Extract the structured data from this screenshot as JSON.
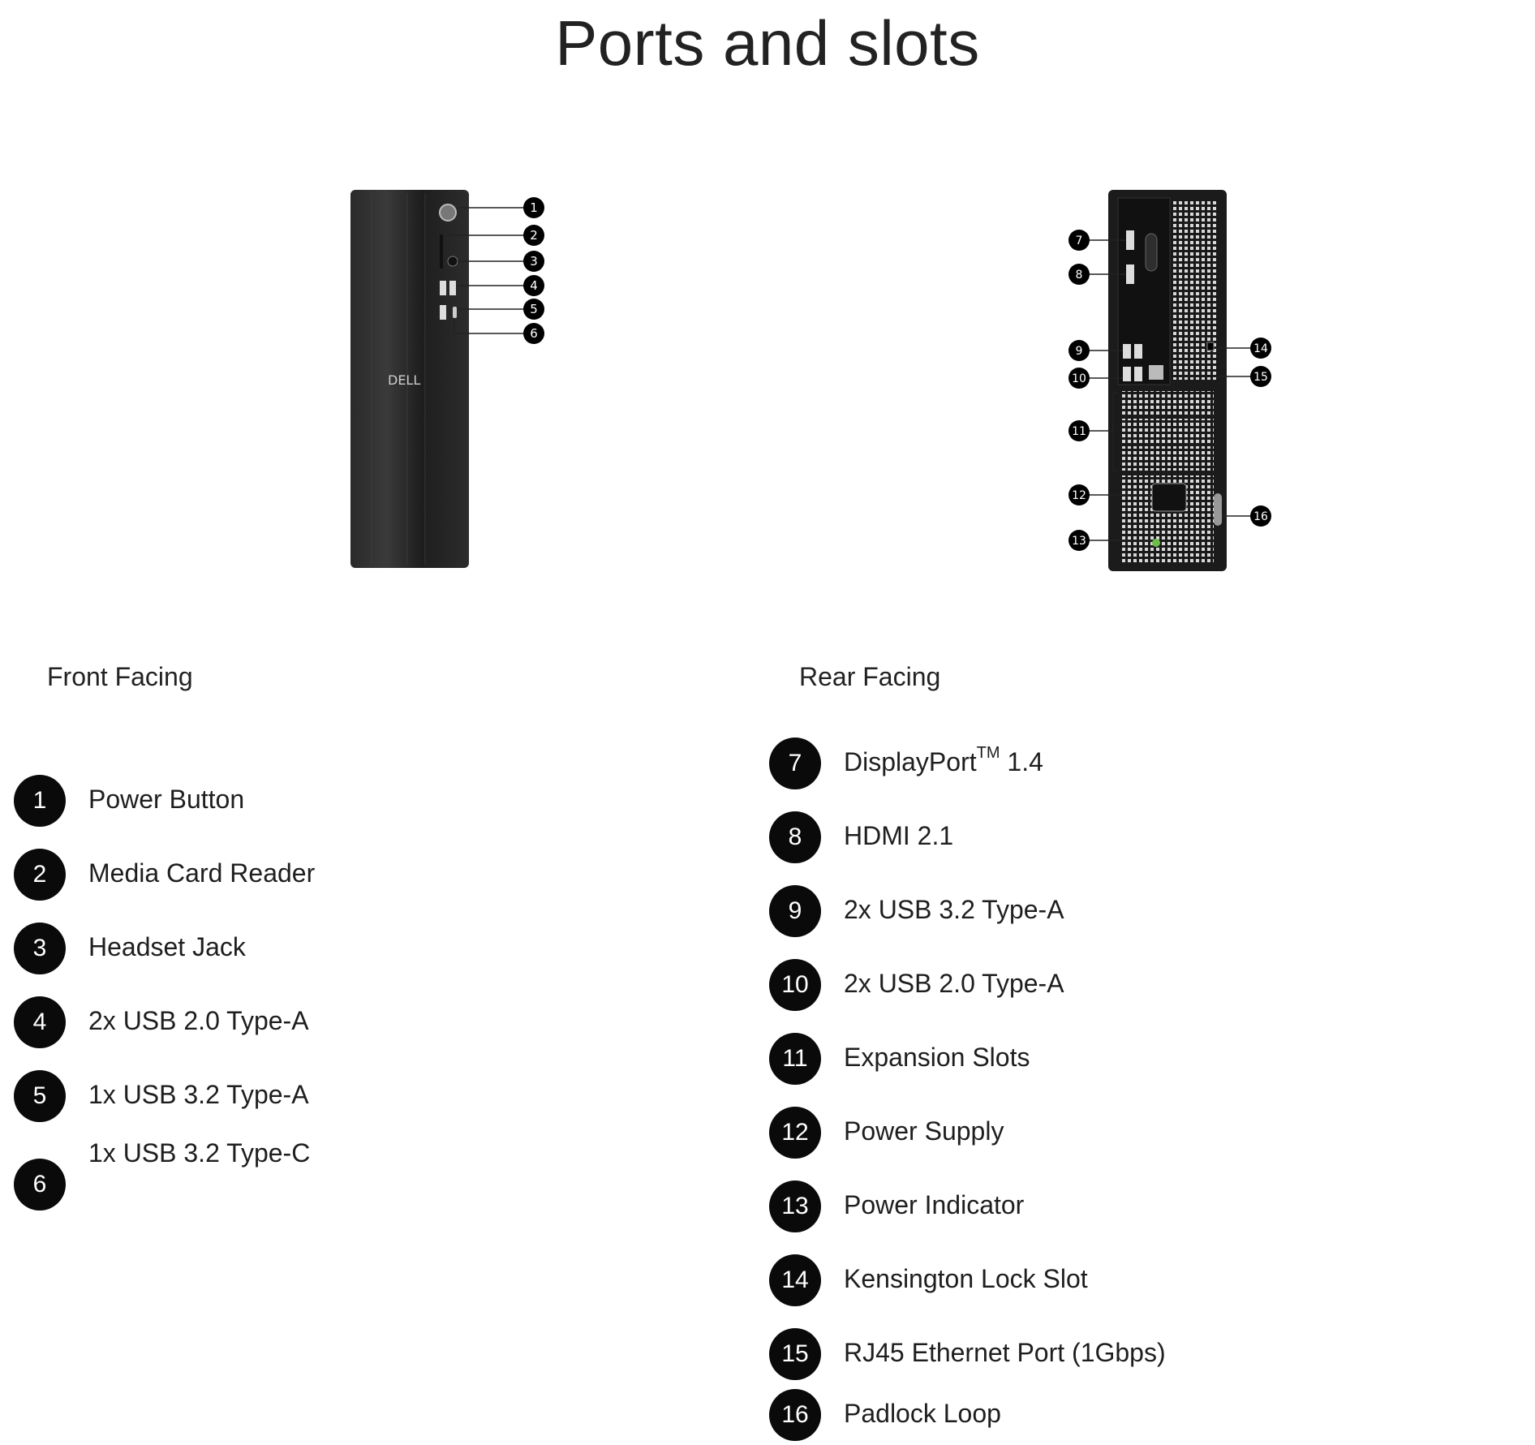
{
  "title": "Ports and slots",
  "front": {
    "heading": "Front Facing",
    "logo_text": "DELL",
    "items": [
      {
        "num": "1",
        "label": "Power Button"
      },
      {
        "num": "2",
        "label": "Media Card Reader"
      },
      {
        "num": "3",
        "label": "Headset Jack"
      },
      {
        "num": "4",
        "label": "2x USB 2.0 Type-A"
      },
      {
        "num": "5",
        "label": "1x USB 3.2 Type-A"
      },
      {
        "num": "6",
        "label": "1x USB 3.2 Type-C"
      }
    ]
  },
  "rear": {
    "heading": "Rear Facing",
    "items": [
      {
        "num": "7",
        "label": "DisplayPort",
        "sup": "TM",
        "suffix": " 1.4"
      },
      {
        "num": "8",
        "label": "HDMI 2.1"
      },
      {
        "num": "9",
        "label": "2x USB 3.2 Type-A"
      },
      {
        "num": "10",
        "label": "2x USB 2.0 Type-A"
      },
      {
        "num": "11",
        "label": "Expansion Slots"
      },
      {
        "num": "12",
        "label": "Power Supply"
      },
      {
        "num": "13",
        "label": "Power Indicator"
      },
      {
        "num": "14",
        "label": "Kensington Lock Slot"
      },
      {
        "num": "15",
        "label": "RJ45 Ethernet Port (1Gbps)"
      },
      {
        "num": "16",
        "label": "Padlock Loop"
      }
    ]
  },
  "colors": {
    "badge": "#0a0a0a",
    "chassis": "#1f1f1f",
    "power_led": "#6cc04a"
  }
}
